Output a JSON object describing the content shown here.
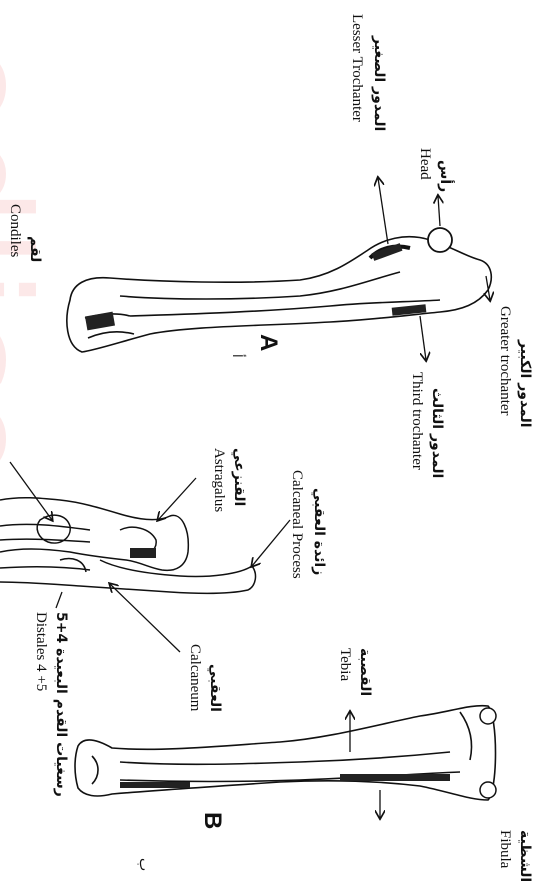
{
  "watermark": {
    "text": "odlico"
  },
  "colors": {
    "ink": "#111111",
    "watermark": "#eb5050"
  },
  "figure_a": {
    "letter": "A",
    "arabic_letter": "أ",
    "labels": {
      "lesser_trochanter_en": "Lesser Trochanter",
      "lesser_trochanter_ar": "المدور الصغير",
      "head_en": "Head",
      "head_ar": "رأس",
      "condiles_en": "Condiles",
      "condiles_ar": "لقم",
      "greater_trochanter_en": "Greater trochanter",
      "greater_trochanter_ar": "المدور الكبير",
      "third_trochanter_en": "Third trochanter",
      "third_trochanter_ar": "المدور الثالث"
    }
  },
  "figure_tarsus": {
    "labels": {
      "astragalus_en": "Astragalus",
      "astragalus_ar": "القنزعي",
      "calcaneal_process_en": "Calcaneal Process",
      "calcaneal_process_ar": "زائدة العقبي",
      "calcaneum_en": "Calcaneum",
      "calcaneum_ar": "العقبي",
      "distales_en": "Distales 4 +5",
      "distales_ar": "رسغيات القدم البعيدة 4+5"
    }
  },
  "figure_b": {
    "letter": "B",
    "arabic_letter": "ب",
    "labels": {
      "tebia_en": "Tebia",
      "tebia_ar": "القصبة",
      "fibula_en": "Fibula",
      "fibula_ar": "الشظية"
    }
  }
}
